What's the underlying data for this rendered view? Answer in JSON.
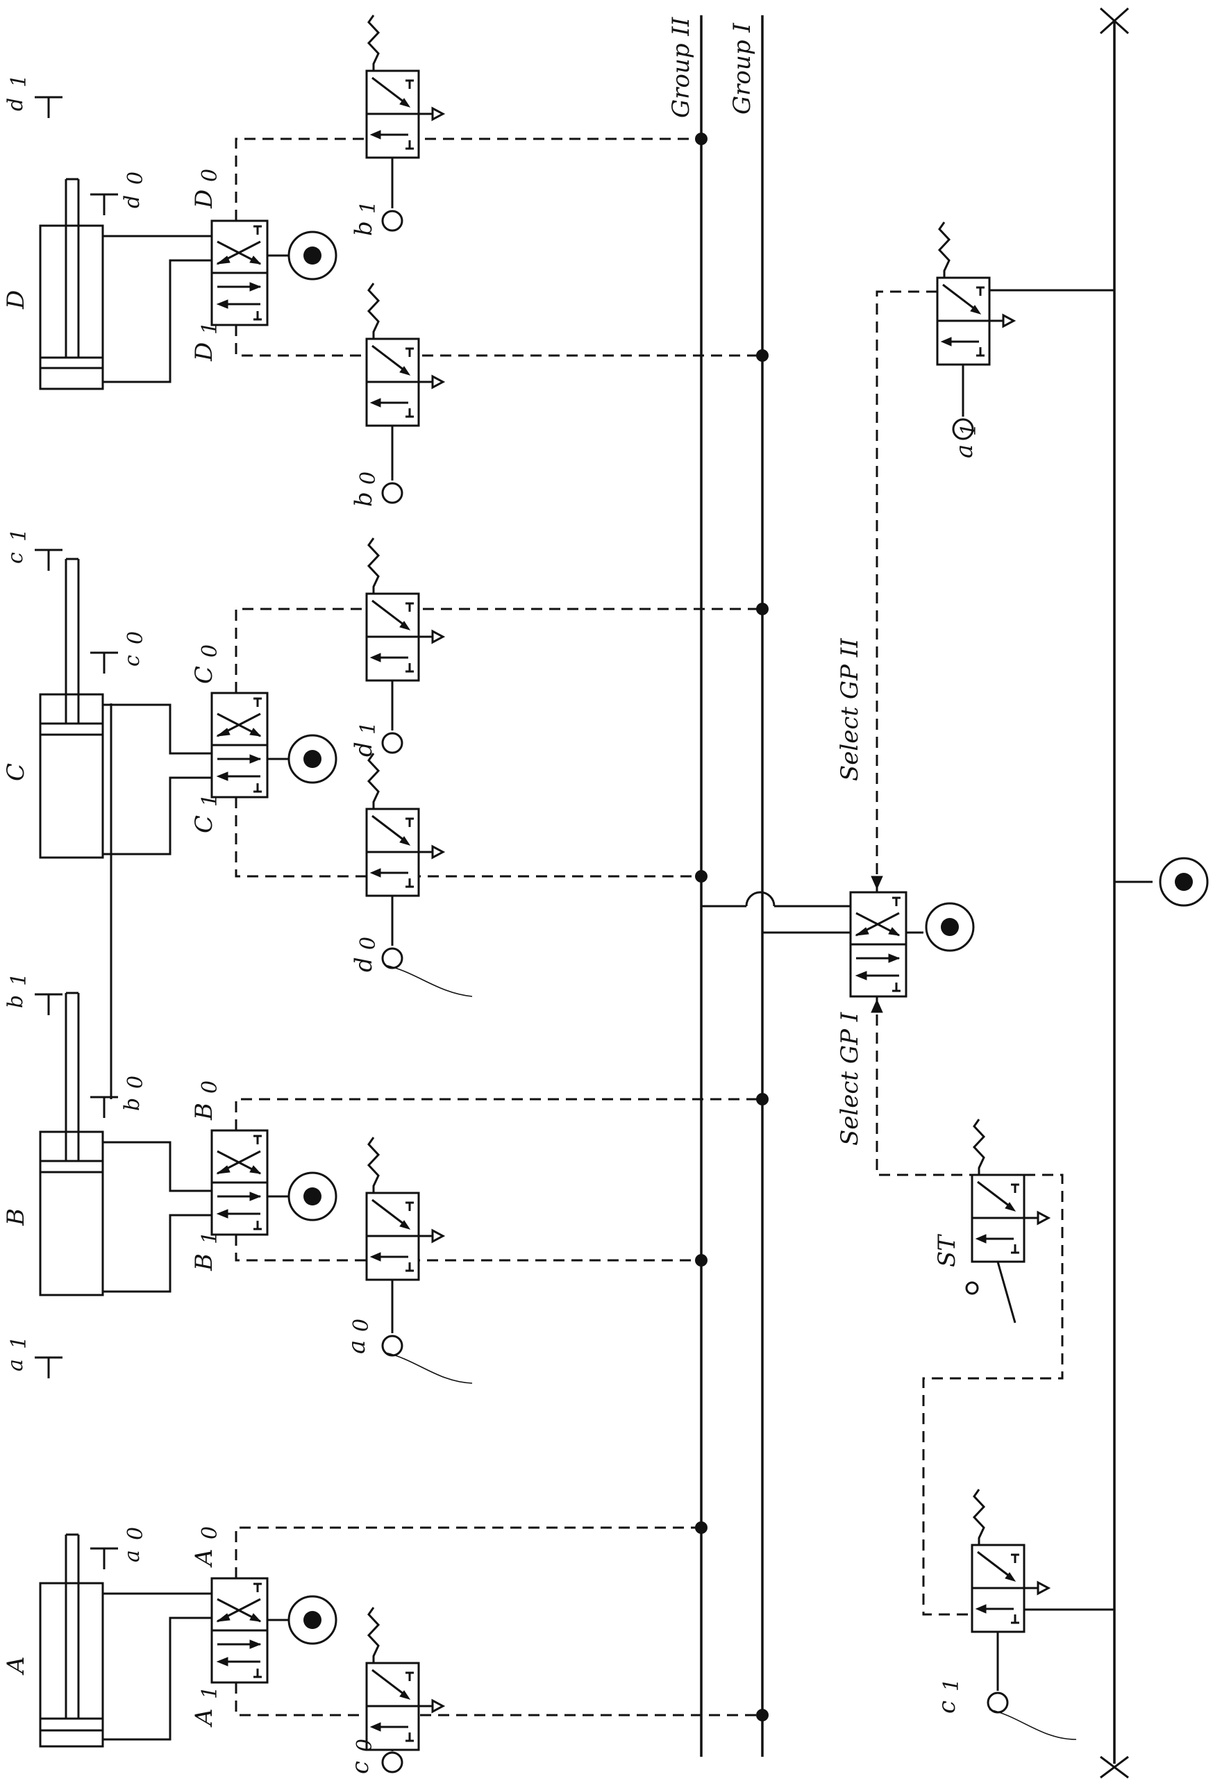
{
  "labels": {
    "cylinders": [
      "A",
      "B",
      "C",
      "D"
    ],
    "group_lines": [
      "Group II",
      "Group I"
    ],
    "selector": [
      "Select GP II",
      "Select GP I"
    ],
    "start": "ST",
    "A": {
      "v1": "A",
      "v1s": "1",
      "v0": "A",
      "v0s": "0",
      "sw1": "a",
      "sw1s": "1",
      "sw0": "a",
      "sw0s": "0"
    },
    "B": {
      "v1": "B",
      "v1s": "1",
      "v0": "B",
      "v0s": "0",
      "sw1": "b",
      "sw1s": "1",
      "sw0": "b",
      "sw0s": "0"
    },
    "C": {
      "v1": "C",
      "v1s": "1",
      "v0": "C",
      "v0s": "0",
      "sw1": "c",
      "sw1s": "1",
      "sw0": "c",
      "sw0s": "0"
    },
    "D": {
      "v1": "D",
      "v1s": "1",
      "v0": "D",
      "v0s": "0",
      "sw1": "d",
      "sw1s": "1",
      "sw0": "d",
      "sw0s": "0"
    },
    "pilots": {
      "A1": {
        "b": "c",
        "s": "0"
      },
      "B1": {
        "b": "a",
        "s": "0"
      },
      "C1": {
        "b": "d",
        "s": "0"
      },
      "C0": {
        "b": "d",
        "s": "1"
      },
      "D1": {
        "b": "b",
        "s": "0"
      },
      "D0": {
        "b": "b",
        "s": "1"
      },
      "a1": {
        "b": "a",
        "s": "1"
      },
      "c1": {
        "b": "c",
        "s": "1"
      }
    }
  }
}
